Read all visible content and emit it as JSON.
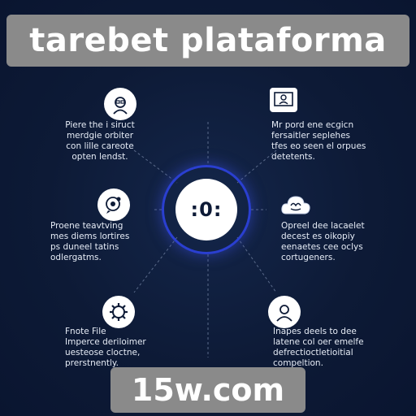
{
  "header": {
    "title": "tarebet plataforma"
  },
  "hub": {
    "label": ":0:"
  },
  "nodes": [
    {
      "id": "top-left",
      "icon": "person-glasses-icon",
      "text": "Piere the i siruct\nmerdgie orbiter\ncon lille careote\nopten lendst."
    },
    {
      "id": "top-right",
      "icon": "monitor-user-icon",
      "text": "Mr pord ene ecgicn\nfersaitler seplehes\ntfes eo seen el orpues\ndetetents."
    },
    {
      "id": "mid-left",
      "icon": "chat-brain-icon",
      "text": "Proene teavtving\nmes diems lortires\nps duneel tatins\nodlergatms."
    },
    {
      "id": "mid-right",
      "icon": "cloud-brain-icon",
      "text": "Opreel dee lacaelet\ndecest es oikopiy\neenaetes cee oclys\ncortugeners."
    },
    {
      "id": "bot-left",
      "icon": "gear-head-icon",
      "text": "Fnote File\nImperce deriloimer\nuesteose cloctne,\nprerstnently."
    },
    {
      "id": "bot-right",
      "icon": "user-profile-icon",
      "text": "Inapes deels to dee\nlatene col oer emelfe\ndefrectioctletioitial\ncompeltion."
    }
  ],
  "footer": {
    "url": "15w.com"
  },
  "colors": {
    "background": "#0d1a36",
    "banner": "#8a8a8a",
    "hub_ring": "#2a3fd0",
    "text": "#e6ecf6"
  }
}
